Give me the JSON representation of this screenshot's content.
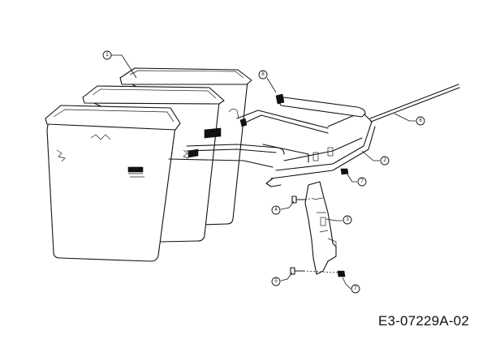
{
  "document_code": "E3-07229A-02",
  "callouts": [
    {
      "id": "callout-1",
      "label": "1"
    },
    {
      "id": "callout-2",
      "label": "2"
    },
    {
      "id": "callout-3",
      "label": "3"
    },
    {
      "id": "callout-4",
      "label": "4"
    },
    {
      "id": "callout-5",
      "label": "5"
    },
    {
      "id": "callout-6",
      "label": "6"
    },
    {
      "id": "callout-7a",
      "label": "7"
    },
    {
      "id": "callout-7b",
      "label": "7"
    },
    {
      "id": "callout-8",
      "label": "8"
    }
  ]
}
